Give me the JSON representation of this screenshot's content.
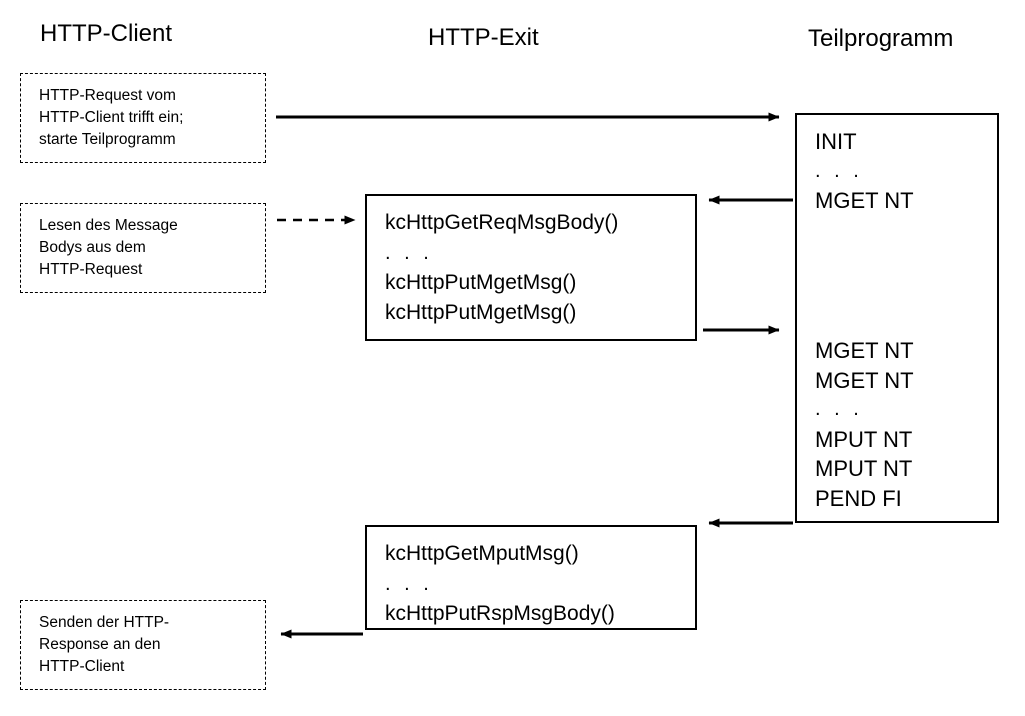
{
  "diagram": {
    "title_columns": {
      "client": "HTTP-Client",
      "exit": "HTTP-Exit",
      "program": "Teilprogramm"
    },
    "notes": {
      "request": {
        "lines": [
          "HTTP-Request vom",
          "HTTP-Client trifft ein;",
          "starte Teilprogramm"
        ]
      },
      "read_body": {
        "lines": [
          "Lesen des Message",
          "Bodys aus dem",
          "HTTP-Request"
        ]
      },
      "send_response": {
        "lines": [
          "Senden der HTTP-",
          "Response an den",
          "HTTP-Client"
        ]
      }
    },
    "exit_box_top": {
      "lines": [
        "kcHttpGetReqMsgBody()",
        ". . .",
        "kcHttpPutMgetMsg()",
        "kcHttpPutMgetMsg()"
      ]
    },
    "exit_box_bottom": {
      "lines": [
        "kcHttpGetMputMsg()",
        ". . .",
        "kcHttpPutRspMsgBody()"
      ]
    },
    "program_box": {
      "lines_top": [
        "INIT",
        ". . .",
        "MGET NT"
      ],
      "lines_bottom": [
        "MGET NT",
        "MGET NT",
        ". . .",
        "MPUT NT",
        "MPUT NT",
        "PEND FI"
      ]
    },
    "arrows": [
      {
        "name": "client-to-program",
        "style": "solid",
        "direction": "right"
      },
      {
        "name": "program-to-exit-top",
        "style": "solid",
        "direction": "left"
      },
      {
        "name": "note-to-exit-top",
        "style": "dashed",
        "direction": "right"
      },
      {
        "name": "exit-top-to-program",
        "style": "solid",
        "direction": "right"
      },
      {
        "name": "program-to-exit-bottom",
        "style": "solid",
        "direction": "left"
      },
      {
        "name": "exit-bottom-to-client",
        "style": "solid",
        "direction": "left"
      }
    ],
    "colors": {
      "background": "#ffffff",
      "stroke": "#000000",
      "text": "#000000"
    }
  }
}
